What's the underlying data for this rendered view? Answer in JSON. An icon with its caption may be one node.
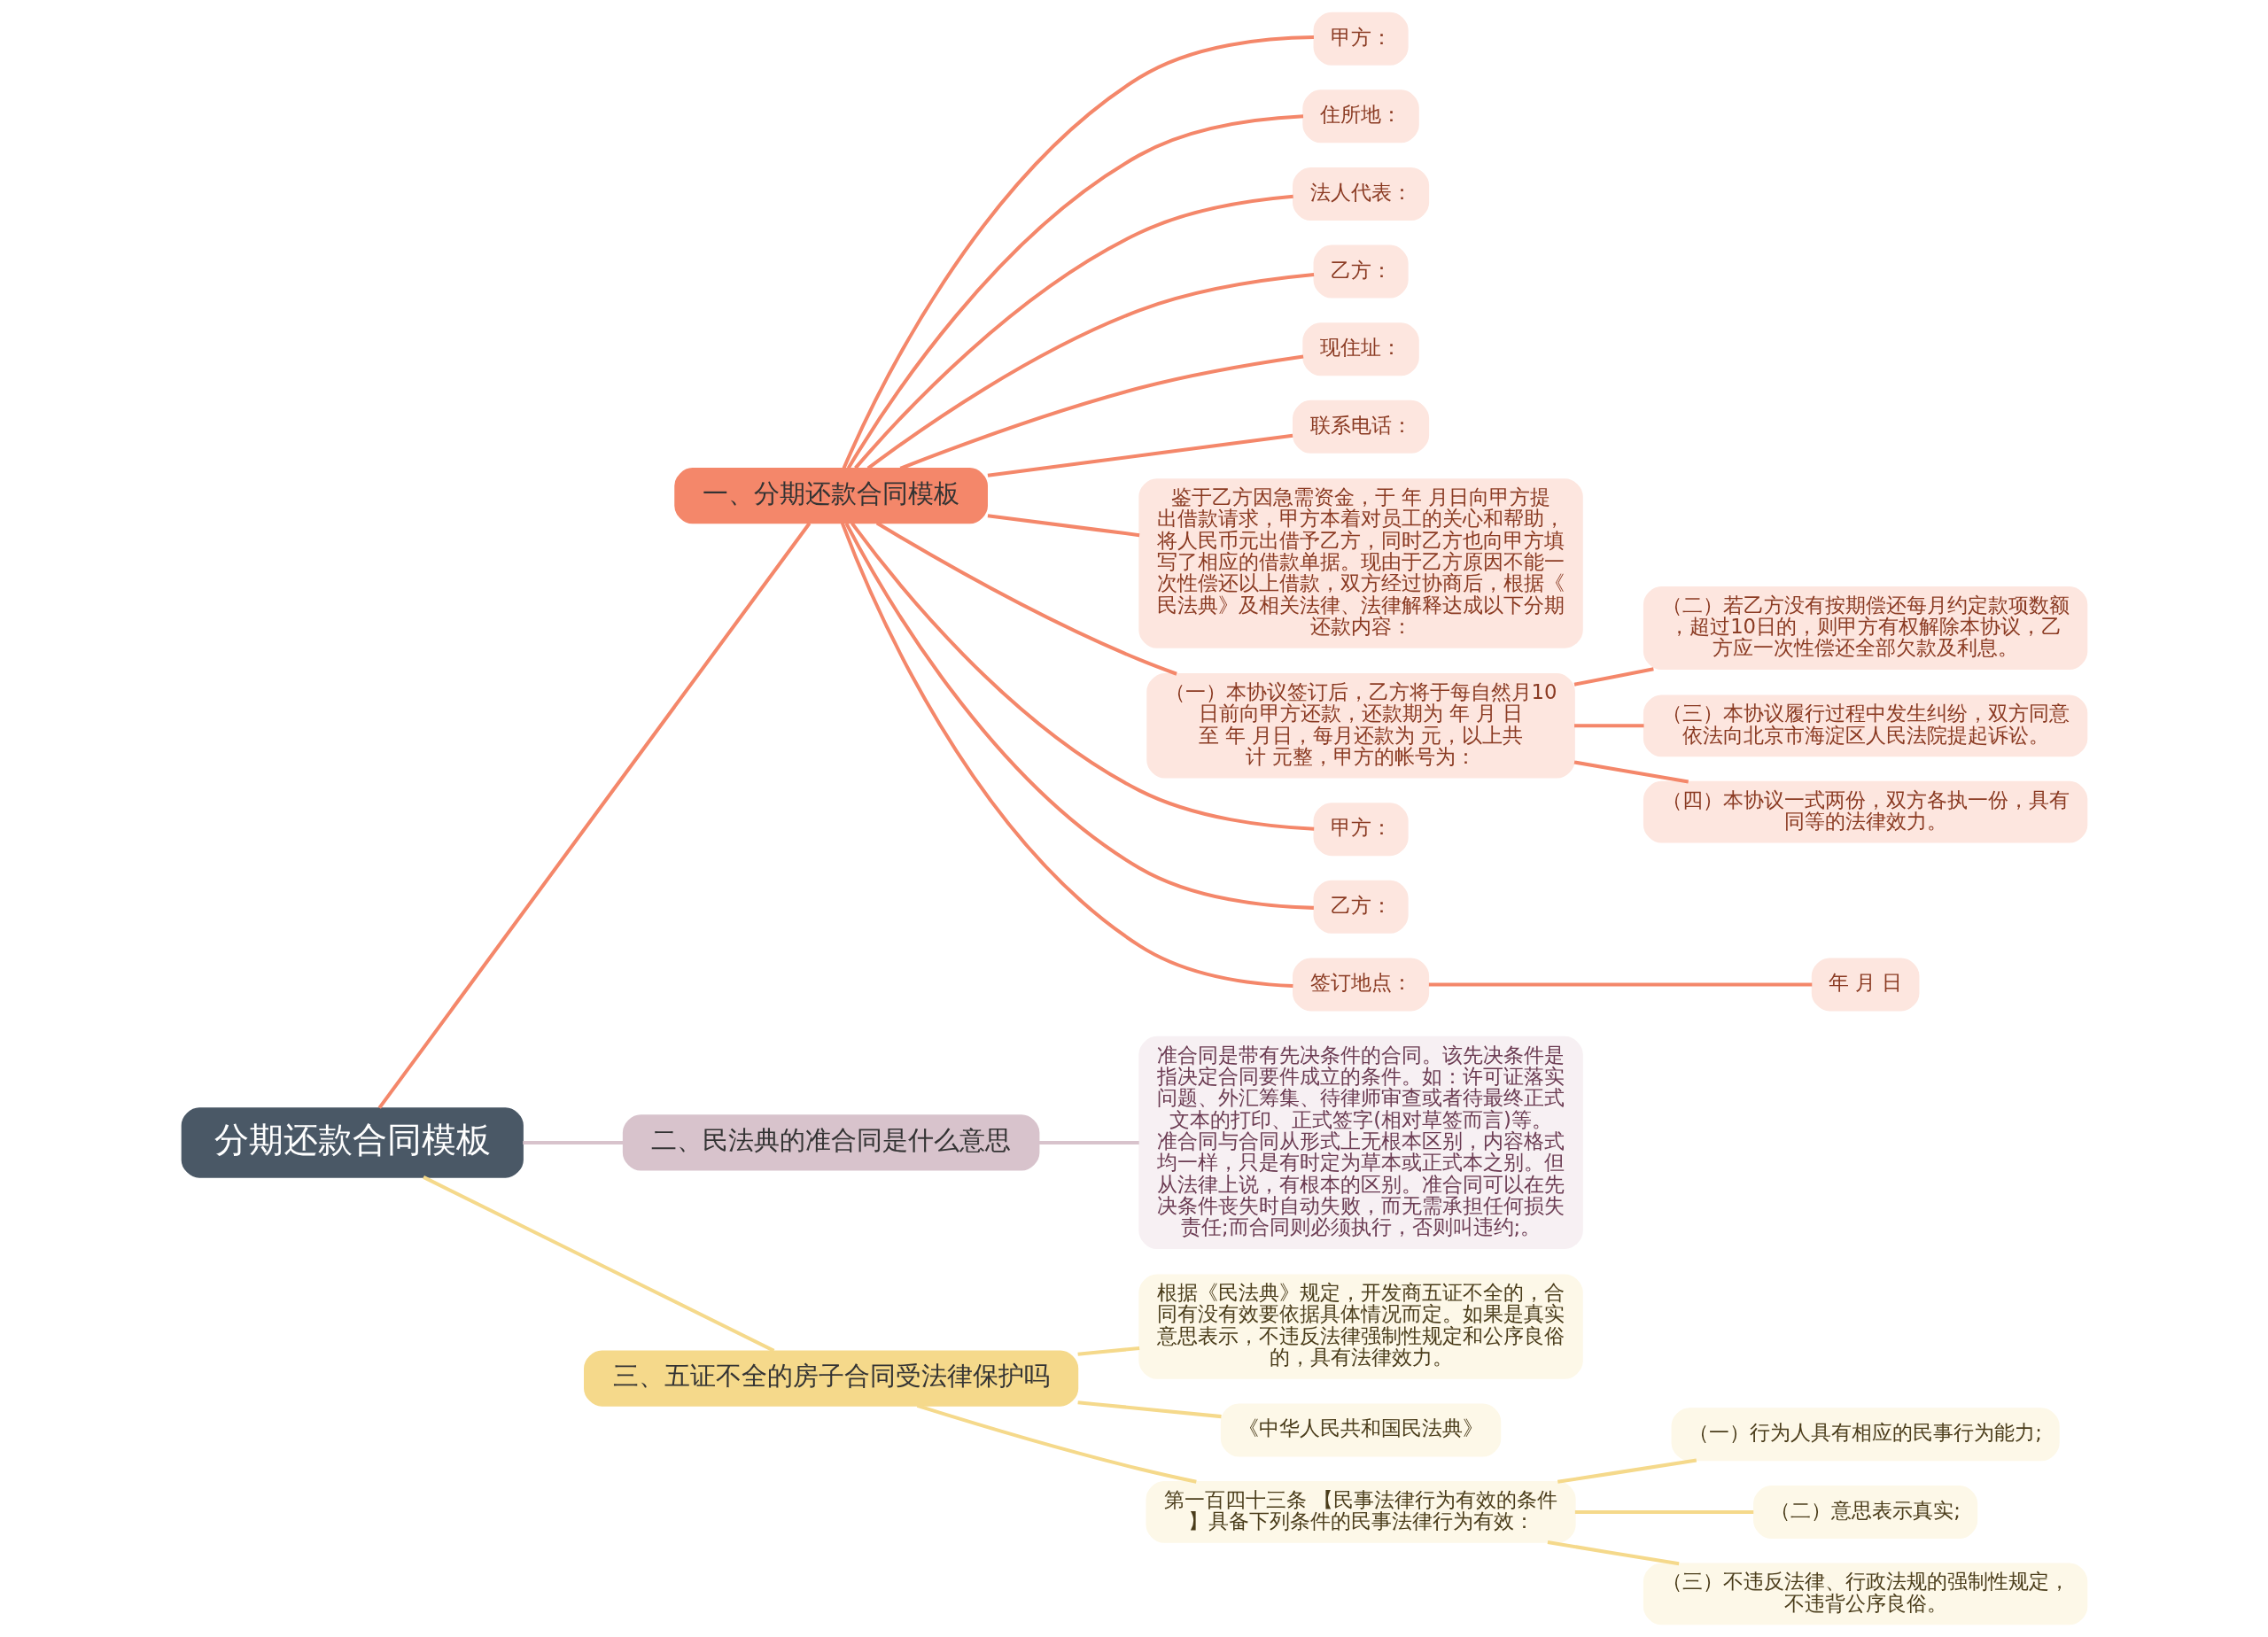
{
  "diagram": {
    "nodes": [
      {
        "text": [
          "分期还款合同模板"
        ]
      },
      {
        "text": [
          "一、分期还款合同模板"
        ]
      },
      {
        "text": [
          "甲方："
        ]
      },
      {
        "text": [
          "住所地："
        ]
      },
      {
        "text": [
          "法人代表："
        ]
      },
      {
        "text": [
          "乙方："
        ]
      },
      {
        "text": [
          "现住址："
        ]
      },
      {
        "text": [
          "联系电话："
        ]
      },
      {
        "text": [
          "鉴于乙方因急需资金，于 年 月日向甲方提出借款请求，甲方本着对员工的关心和帮助，将人民币元出借予乙方，同时乙方也向甲方填写了相应的借款单据。现由于乙方原因不能一次性偿还以上借款，双方经过协商后，根据《民法典》及相关法律、法律解释达成以下分期还款内容："
        ]
      },
      {
        "text": [
          "（一）本协议签订后，乙方将于每自然月10日前向甲方还款，还款期为 年 月 日至 年 月日，每月还款为 元，以上共计 元整，甲方的帐号为："
        ]
      },
      {
        "text": [
          "（二）若乙方没有按期偿还每月约定款项数额，超过10日的，则甲方有权解除本协议，乙方应一次性偿还全部欠款及利息。"
        ]
      },
      {
        "text": [
          "（三）本协议履行过程中发生纠纷，双方同意依法向北京市海淀区人民法院提起诉讼。"
        ]
      },
      {
        "text": [
          "（四）本协议一式两份，双方各执一份，具有同等的法律效力。"
        ]
      },
      {
        "text": [
          "甲方："
        ]
      },
      {
        "text": [
          "乙方："
        ]
      },
      {
        "text": [
          "签订地点："
        ]
      },
      {
        "text": [
          "年 月 日"
        ]
      },
      {
        "text": [
          "二、民法典的准合同是什么意思"
        ]
      },
      {
        "text": [
          "准合同是带有先决条件的合同。该先决条件是指决定合同要件成立的条件。如：许可证落实问题、外汇筹集、待律师审查或者待最终正式文本的打印、正式签字(相对草签而言)等。准合同与合同从形式上无根本区别，内容格式均一样，只是有时定为草本或正式本之别。但从法律上说，有根本的区别。准合同可以在先决条件丧失时自动失败，而无需承担任何损失责任;而合同则必须执行，否则叫违约;。"
        ]
      },
      {
        "text": [
          "三、五证不全的房子合同受法律保护吗"
        ]
      },
      {
        "text": [
          "根据《民法典》规定，开发商五证不全的，合同有没有效要依据具体情况而定。如果是真实意思表示，不违反法律强制性规定和公序良俗的，具有法律效力。"
        ]
      },
      {
        "text": [
          "《中华人民共和国民法典》"
        ]
      },
      {
        "text": [
          "第一百四十三条 【民事法律行为有效的条件】具备下列条件的民事法律行为有效："
        ]
      },
      {
        "text": [
          "（一）行为人具有相应的民事行为能力;"
        ]
      },
      {
        "text": [
          "（二）意思表示真实;"
        ]
      },
      {
        "text": [
          "（三）不违反法律、行政法规的强制性规定，不违背公序良俗。"
        ]
      }
    ],
    "edges": [
      {
        "from": 0,
        "to": 1,
        "arrow": "none"
      },
      {
        "from": 1,
        "to": 2,
        "arrow": "none"
      },
      {
        "from": 1,
        "to": 3,
        "arrow": "none"
      },
      {
        "from": 1,
        "to": 4,
        "arrow": "none"
      },
      {
        "from": 1,
        "to": 5,
        "arrow": "none"
      },
      {
        "from": 1,
        "to": 6,
        "arrow": "none"
      },
      {
        "from": 1,
        "to": 7,
        "arrow": "none"
      },
      {
        "from": 1,
        "to": 8,
        "arrow": "none"
      },
      {
        "from": 1,
        "to": 9,
        "arrow": "none"
      },
      {
        "from": 9,
        "to": 10,
        "arrow": "none"
      },
      {
        "from": 9,
        "to": 11,
        "arrow": "none"
      },
      {
        "from": 9,
        "to": 12,
        "arrow": "none"
      },
      {
        "from": 1,
        "to": 13,
        "arrow": "none"
      },
      {
        "from": 1,
        "to": 14,
        "arrow": "none"
      },
      {
        "from": 1,
        "to": 15,
        "arrow": "none"
      },
      {
        "from": 15,
        "to": 16,
        "arrow": "none"
      },
      {
        "from": 0,
        "to": 17,
        "arrow": "none",
        "color": "#d8c3cc"
      },
      {
        "from": 17,
        "to": 18,
        "arrow": "none",
        "color": "#d8c3cc"
      },
      {
        "from": 0,
        "to": 19,
        "arrow": "none",
        "color": "#f5d98b"
      },
      {
        "from": 19,
        "to": 20,
        "arrow": "none",
        "color": "#f5d98b"
      },
      {
        "from": 19,
        "to": 21,
        "arrow": "none",
        "color": "#f5d98b"
      },
      {
        "from": 19,
        "to": 22,
        "arrow": "none",
        "color": "#f5d98b"
      },
      {
        "from": 22,
        "to": 23,
        "arrow": "none",
        "color": "#f5d98b"
      },
      {
        "from": 22,
        "to": 24,
        "arrow": "none",
        "color": "#f5d98b"
      },
      {
        "from": 22,
        "to": 25,
        "arrow": "none",
        "color": "#f5d98b"
      }
    ]
  }
}
